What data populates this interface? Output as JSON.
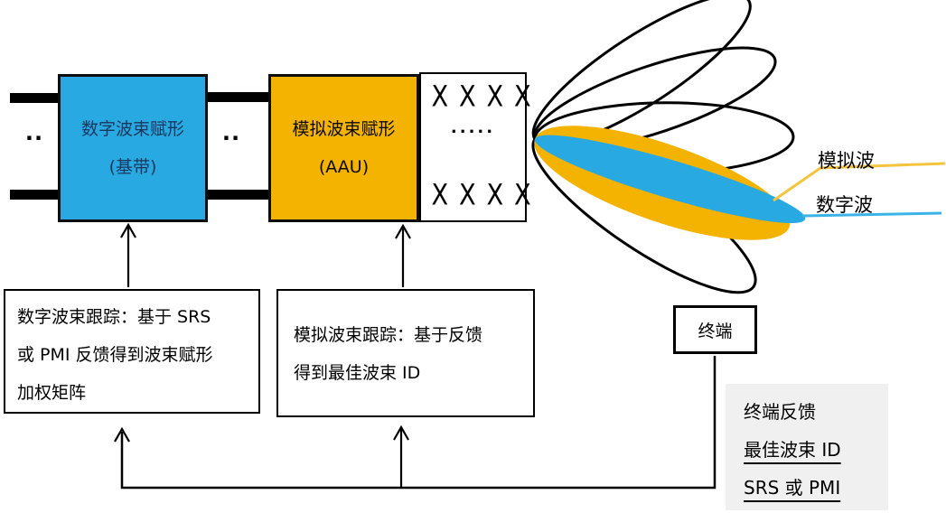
{
  "blocks": {
    "digital_bf": {
      "line1": "数字波束赋形",
      "line2": "(基带)"
    },
    "analog_bf": {
      "line1": "模拟波束赋形",
      "line2": "(AAU)"
    },
    "antenna": {
      "row_top": "X X X X",
      "dots": ".....",
      "row_bottom": "X X X X"
    },
    "terminal": {
      "label": "终端"
    }
  },
  "ellipsis": {
    "left": "..",
    "middle": ".."
  },
  "beam_labels": {
    "analog": "模拟波",
    "digital": "数字波"
  },
  "notes": {
    "digital_tracking": {
      "line1": "数字波束跟踪：基于 SRS",
      "line2": "或 PMI 反馈得到波束赋形",
      "line3": "加权矩阵"
    },
    "analog_tracking": {
      "line1": "模拟波束跟踪：基于反馈",
      "line2": "得到最佳波束 ID"
    }
  },
  "feedback": {
    "title": "终端反馈",
    "items": [
      "最佳波束 ID",
      "SRS 或 PMI"
    ]
  },
  "colors": {
    "digital_blue": "#29A9E1",
    "analog_yellow": "#F5B301",
    "panel_gray": "#F0F0F0",
    "dark_navy_text": "#17375E",
    "callout_line_yellow": "#F5C43D",
    "callout_line_blue": "#3BB3E6"
  }
}
